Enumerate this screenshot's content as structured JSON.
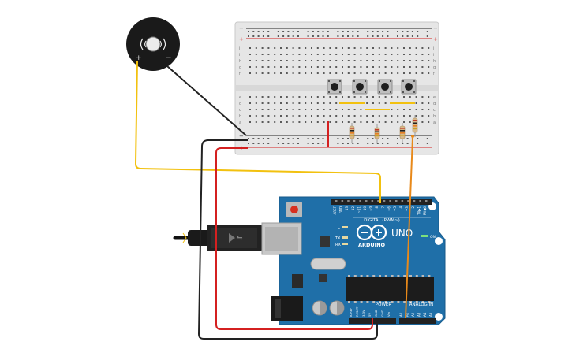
{
  "buzzer": {
    "plus": "+",
    "minus": "−"
  },
  "breadboard": {
    "rail_plus": "+",
    "rail_minus": "−",
    "rows_top": [
      "j",
      "i",
      "h",
      "g",
      "f"
    ],
    "rows_bottom": [
      "e",
      "d",
      "c",
      "b",
      "a"
    ],
    "column_count": 30
  },
  "arduino": {
    "logo": "ARDUINO",
    "model": "UNO",
    "digital_label": "DIGITAL (PWM~)",
    "power_label": "POWER",
    "analog_label": "ANALOG IN",
    "led_L": "L",
    "led_TX": "TX",
    "led_RX": "RX",
    "on_label": "ON",
    "digital_pins": [
      "AREF",
      "GND",
      "13",
      "12",
      "~11",
      "~10",
      "~9",
      "8",
      "7",
      "~6",
      "~5",
      "4",
      "~3",
      "2",
      "TX▶1",
      "RX◀0"
    ],
    "power_pins": [
      "IOREF",
      "RESET",
      "3.3V",
      "5V",
      "GND",
      "GND",
      "Vin"
    ],
    "analog_pins": [
      "A0",
      "A1",
      "A2",
      "A3",
      "A4",
      "A5"
    ]
  },
  "colors": {
    "board_blue": "#1f6fa8",
    "wire_yellow": "#f2c10f",
    "wire_black": "#222222",
    "wire_red": "#d42020",
    "wire_orange": "#e8891a",
    "breadboard_bg": "#e8e8e8"
  }
}
